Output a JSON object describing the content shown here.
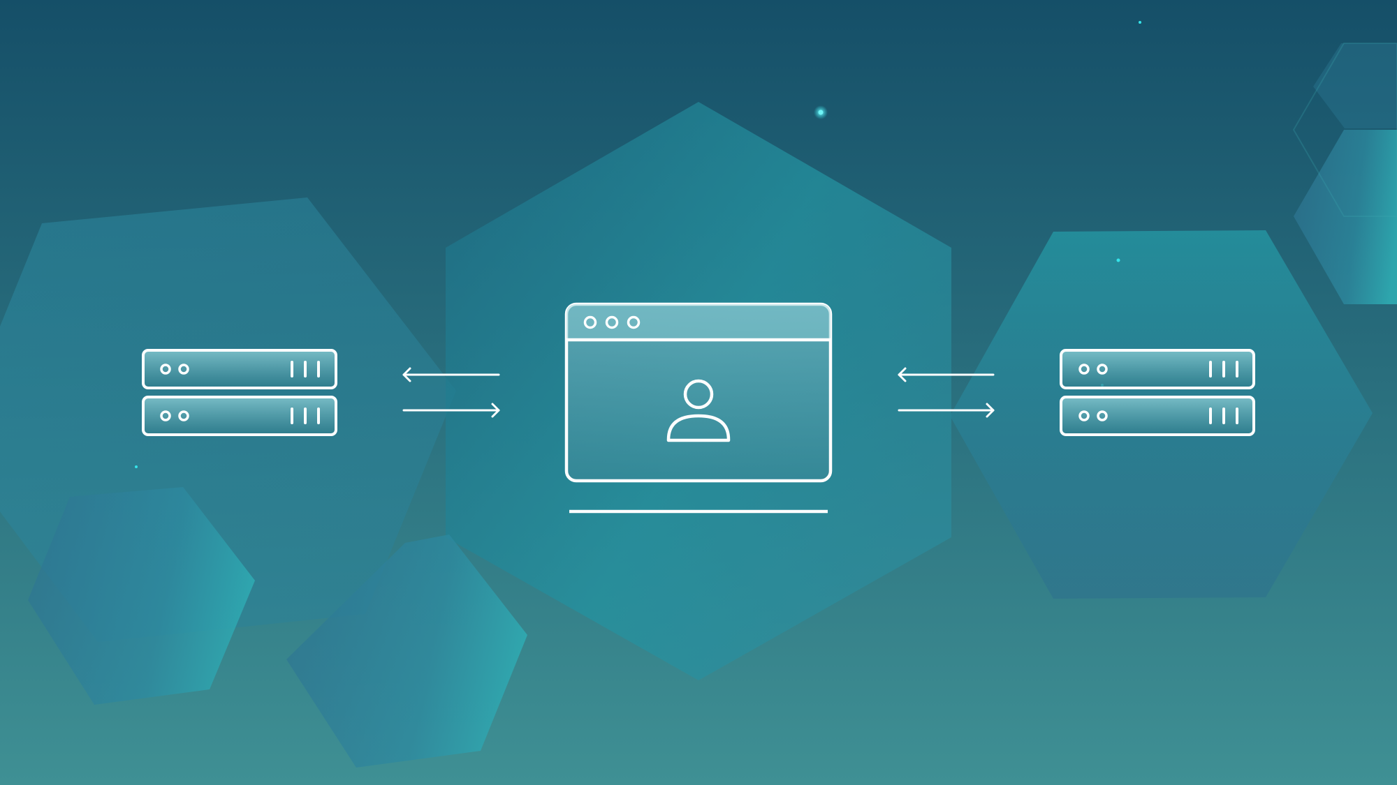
{
  "colors": {
    "background_top": "#154f68",
    "background_bottom": "#3f9094",
    "hexagon_fill": "#2a8d9a",
    "hexagon_fill_light": "#36a9b0",
    "line_stroke": "#ffffff",
    "panel_fill_top": "#7cc3cc",
    "panel_fill_bottom": "#2f7d8c",
    "sparkle": "#35e4ea"
  },
  "icons": {
    "left_server": "server-rack-icon",
    "right_server": "server-rack-icon",
    "browser": "browser-window-icon",
    "user": "user-icon",
    "arrow_left": "arrow-left-icon",
    "arrow_right": "arrow-right-icon"
  },
  "diagram": {
    "left_server": {
      "units": 2,
      "indicator_dots_per_unit": 2,
      "vent_bars_per_unit": 3
    },
    "right_server": {
      "units": 2,
      "indicator_dots_per_unit": 2,
      "vent_bars_per_unit": 3
    },
    "browser_window": {
      "title_bar_dots": 3,
      "has_user_avatar": true,
      "has_underline": true
    },
    "connections": [
      {
        "between": "left-server-and-browser",
        "arrows": [
          "toward-server",
          "toward-browser"
        ]
      },
      {
        "between": "browser-and-right-server",
        "arrows": [
          "toward-browser",
          "toward-server"
        ]
      }
    ]
  }
}
